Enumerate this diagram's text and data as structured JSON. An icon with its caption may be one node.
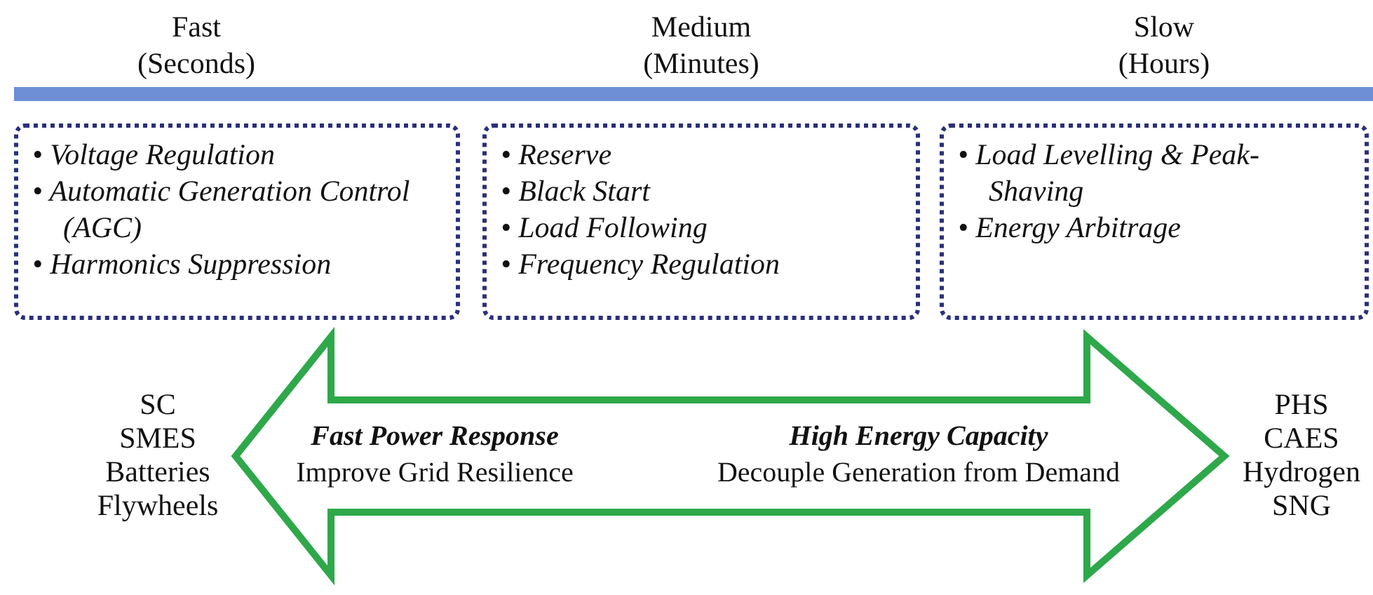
{
  "diagram": {
    "nodes": [
      {
        "text": [
          "• Voltage Regulation",
          "• Automatic Generation Control (AGC)",
          "• Harmonics Suppression"
        ]
      },
      {
        "text": [
          "• Reserve",
          "• Black Start",
          "• Load Following",
          "• Frequency Regulation"
        ]
      },
      {
        "text": [
          "• Load Levelling & Peak-Shaving",
          "• Energy Arbitrage"
        ]
      },
      {
        "text": [
          "SC",
          "SMES",
          "Batteries",
          "Flywheels"
        ]
      },
      {
        "text": [
          "PHS",
          "CAES",
          "Hydrogen",
          "SNG"
        ]
      }
    ],
    "edges": [
      {
        "from": 3,
        "to": 4,
        "arrow": "both",
        "style": "thick",
        "color": "#2ea84a"
      }
    ],
    "labels": [
      "Fast (Seconds)",
      "Medium (Minutes)",
      "Slow (Hours)",
      "Fast Power Response",
      "Improve Grid Resilience",
      "High Energy Capacity",
      "Decouple Generation from Demand"
    ]
  }
}
